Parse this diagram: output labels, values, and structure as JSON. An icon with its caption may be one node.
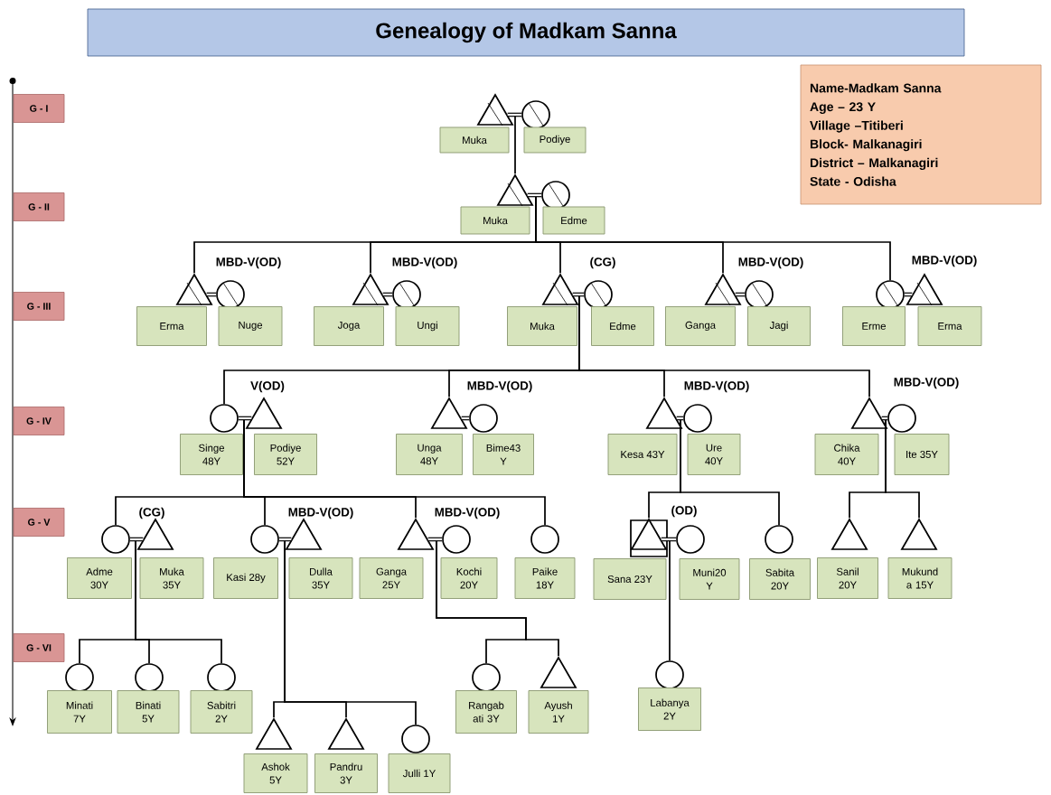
{
  "diagram": {
    "title": "Genealogy of Madkam Sanna",
    "nodes": [
      {
        "text": [
          "Name-Madkam Sanna",
          "Age – 23 Y",
          "Village –Titiberi",
          "Block- Malkanagiri",
          "District – Malkanagiri",
          "State - Odisha"
        ]
      },
      {
        "text": [
          "G - I"
        ]
      },
      {
        "text": [
          "G - II"
        ]
      },
      {
        "text": [
          "G - III"
        ]
      },
      {
        "text": [
          "G - IV"
        ]
      },
      {
        "text": [
          "G - V"
        ]
      },
      {
        "text": [
          "G - VI"
        ]
      },
      {
        "text": [],
        "shape": "triangle"
      },
      {
        "text": [
          "Muka"
        ]
      },
      {
        "text": [],
        "shape": "circle"
      },
      {
        "text": [
          "Podiye"
        ]
      },
      {
        "text": [],
        "shape": "triangle"
      },
      {
        "text": [
          "Muka"
        ]
      },
      {
        "text": [],
        "shape": "circle"
      },
      {
        "text": [
          "Edme"
        ]
      },
      {
        "text": [],
        "shape": "triangle"
      },
      {
        "text": [
          "Erma"
        ]
      },
      {
        "text": [],
        "shape": "circle"
      },
      {
        "text": [
          "Nuge"
        ]
      },
      {
        "text": [],
        "shape": "triangle"
      },
      {
        "text": [
          "Joga"
        ]
      },
      {
        "text": [],
        "shape": "circle"
      },
      {
        "text": [
          "Ungi"
        ]
      },
      {
        "text": [],
        "shape": "triangle"
      },
      {
        "text": [
          "Muka"
        ]
      },
      {
        "text": [],
        "shape": "circle"
      },
      {
        "text": [
          "Edme"
        ]
      },
      {
        "text": [],
        "shape": "triangle"
      },
      {
        "text": [
          "Ganga"
        ]
      },
      {
        "text": [],
        "shape": "circle"
      },
      {
        "text": [
          "Jagi"
        ]
      },
      {
        "text": [],
        "shape": "circle"
      },
      {
        "text": [
          "Erme"
        ]
      },
      {
        "text": [],
        "shape": "triangle"
      },
      {
        "text": [
          "Erma"
        ]
      },
      {
        "text": [],
        "shape": "circle"
      },
      {
        "text": [
          "Singe 48Y"
        ]
      },
      {
        "text": [],
        "shape": "triangle"
      },
      {
        "text": [
          "Podiye 52Y"
        ]
      },
      {
        "text": [],
        "shape": "triangle"
      },
      {
        "text": [
          "Unga 48Y"
        ]
      },
      {
        "text": [],
        "shape": "circle"
      },
      {
        "text": [
          "Bime43 Y"
        ]
      },
      {
        "text": [],
        "shape": "triangle"
      },
      {
        "text": [
          "Kesa 43Y"
        ]
      },
      {
        "text": [],
        "shape": "circle"
      },
      {
        "text": [
          "Ure 40Y"
        ]
      },
      {
        "text": [],
        "shape": "triangle"
      },
      {
        "text": [
          "Chika 40Y"
        ]
      },
      {
        "text": [],
        "shape": "circle"
      },
      {
        "text": [
          "Ite 35Y"
        ]
      },
      {
        "text": [],
        "shape": "circle"
      },
      {
        "text": [
          "Adme 30Y"
        ]
      },
      {
        "text": [],
        "shape": "triangle"
      },
      {
        "text": [
          "Muka 35Y"
        ]
      },
      {
        "text": [],
        "shape": "circle"
      },
      {
        "text": [
          "Kasi 28y"
        ]
      },
      {
        "text": [],
        "shape": "triangle"
      },
      {
        "text": [
          "Dulla 35Y"
        ]
      },
      {
        "text": [],
        "shape": "triangle"
      },
      {
        "text": [
          "Ganga 25Y"
        ]
      },
      {
        "text": [],
        "shape": "circle"
      },
      {
        "text": [
          "Kochi 20Y"
        ]
      },
      {
        "text": [],
        "shape": "circle"
      },
      {
        "text": [
          "Paike 18Y"
        ]
      },
      {
        "text": [],
        "shape": "triangle"
      },
      {
        "text": [
          "Sana 23Y"
        ]
      },
      {
        "text": [],
        "shape": "circle"
      },
      {
        "text": [
          "Muni20 Y"
        ]
      },
      {
        "text": [],
        "shape": "circle"
      },
      {
        "text": [
          "Sabita 20Y"
        ]
      },
      {
        "text": [],
        "shape": "triangle"
      },
      {
        "text": [
          "Sanil 20Y"
        ]
      },
      {
        "text": [],
        "shape": "triangle"
      },
      {
        "text": [
          "Mukund a 15Y"
        ]
      },
      {
        "text": [],
        "shape": "circle"
      },
      {
        "text": [
          "Minati 7Y"
        ]
      },
      {
        "text": [],
        "shape": "circle"
      },
      {
        "text": [
          "Binati 5Y"
        ]
      },
      {
        "text": [],
        "shape": "circle"
      },
      {
        "text": [
          "Sabitri 2Y"
        ]
      },
      {
        "text": [],
        "shape": "triangle"
      },
      {
        "text": [
          "Ashok 5Y"
        ]
      },
      {
        "text": [],
        "shape": "triangle"
      },
      {
        "text": [
          "Pandru 3Y"
        ]
      },
      {
        "text": [],
        "shape": "circle"
      },
      {
        "text": [
          "Julli 1Y"
        ]
      },
      {
        "text": [],
        "shape": "circle"
      },
      {
        "text": [
          "Rangab ati 3Y"
        ]
      },
      {
        "text": [],
        "shape": "triangle"
      },
      {
        "text": [
          "Ayush 1Y"
        ]
      },
      {
        "text": [],
        "shape": "circle"
      },
      {
        "text": [
          "Labanya 2Y"
        ]
      }
    ],
    "edges": [
      {
        "from": 7,
        "to": 9,
        "arrow": "none",
        "style": "thick"
      },
      {
        "from": 11,
        "to": 13,
        "arrow": "none",
        "style": "thick"
      },
      {
        "from": 15,
        "to": 17,
        "arrow": "none",
        "style": "thick"
      },
      {
        "from": 19,
        "to": 21,
        "arrow": "none",
        "style": "thick"
      },
      {
        "from": 23,
        "to": 25,
        "arrow": "none",
        "style": "thick"
      },
      {
        "from": 27,
        "to": 29,
        "arrow": "none",
        "style": "thick"
      },
      {
        "from": 31,
        "to": 33,
        "arrow": "none",
        "style": "thick"
      },
      {
        "from": 35,
        "to": 37,
        "arrow": "none",
        "style": "thick"
      },
      {
        "from": 39,
        "to": 41,
        "arrow": "none",
        "style": "thick"
      },
      {
        "from": 43,
        "to": 45,
        "arrow": "none",
        "style": "thick"
      },
      {
        "from": 47,
        "to": 49,
        "arrow": "none",
        "style": "thick"
      },
      {
        "from": 51,
        "to": 53,
        "arrow": "none",
        "style": "thick"
      },
      {
        "from": 55,
        "to": 57,
        "arrow": "none",
        "style": "thick"
      },
      {
        "from": 59,
        "to": 61,
        "arrow": "none",
        "style": "thick"
      },
      {
        "from": 65,
        "to": 67,
        "arrow": "none",
        "style": "thick"
      },
      {
        "from": 7,
        "to": 11,
        "arrow": "none"
      },
      {
        "from": 11,
        "to": 15,
        "arrow": "none"
      },
      {
        "from": 11,
        "to": 19,
        "arrow": "none"
      },
      {
        "from": 11,
        "to": 23,
        "arrow": "none"
      },
      {
        "from": 11,
        "to": 27,
        "arrow": "none"
      },
      {
        "from": 11,
        "to": 31,
        "arrow": "none"
      },
      {
        "from": 23,
        "to": 35,
        "arrow": "none"
      },
      {
        "from": 23,
        "to": 39,
        "arrow": "none"
      },
      {
        "from": 23,
        "to": 43,
        "arrow": "none"
      },
      {
        "from": 23,
        "to": 47,
        "arrow": "none"
      },
      {
        "from": 35,
        "to": 51,
        "arrow": "none"
      },
      {
        "from": 35,
        "to": 55,
        "arrow": "none"
      },
      {
        "from": 35,
        "to": 59,
        "arrow": "none"
      },
      {
        "from": 35,
        "to": 63,
        "arrow": "none"
      },
      {
        "from": 43,
        "to": 65,
        "arrow": "none"
      },
      {
        "from": 43,
        "to": 69,
        "arrow": "none"
      },
      {
        "from": 47,
        "to": 71,
        "arrow": "none"
      },
      {
        "from": 47,
        "to": 73,
        "arrow": "none"
      },
      {
        "from": 51,
        "to": 75,
        "arrow": "none"
      },
      {
        "from": 51,
        "to": 77,
        "arrow": "none"
      },
      {
        "from": 51,
        "to": 79,
        "arrow": "none"
      },
      {
        "from": 55,
        "to": 81,
        "arrow": "none"
      },
      {
        "from": 55,
        "to": 83,
        "arrow": "none"
      },
      {
        "from": 55,
        "to": 85,
        "arrow": "none"
      },
      {
        "from": 59,
        "to": 87,
        "arrow": "none"
      },
      {
        "from": 59,
        "to": 89,
        "arrow": "none"
      },
      {
        "from": 65,
        "to": 91,
        "arrow": "none"
      }
    ],
    "labels": [
      "MBD-V(OD)",
      "MBD-V(OD)",
      "(CG)",
      "MBD-V(OD)",
      "MBD-V(OD)",
      "V(OD)",
      "MBD-V(OD)",
      "MBD-V(OD)",
      "MBD-V(OD)",
      "(CG)",
      "MBD-V(OD)",
      "MBD-V(OD)",
      "(OD)"
    ]
  }
}
